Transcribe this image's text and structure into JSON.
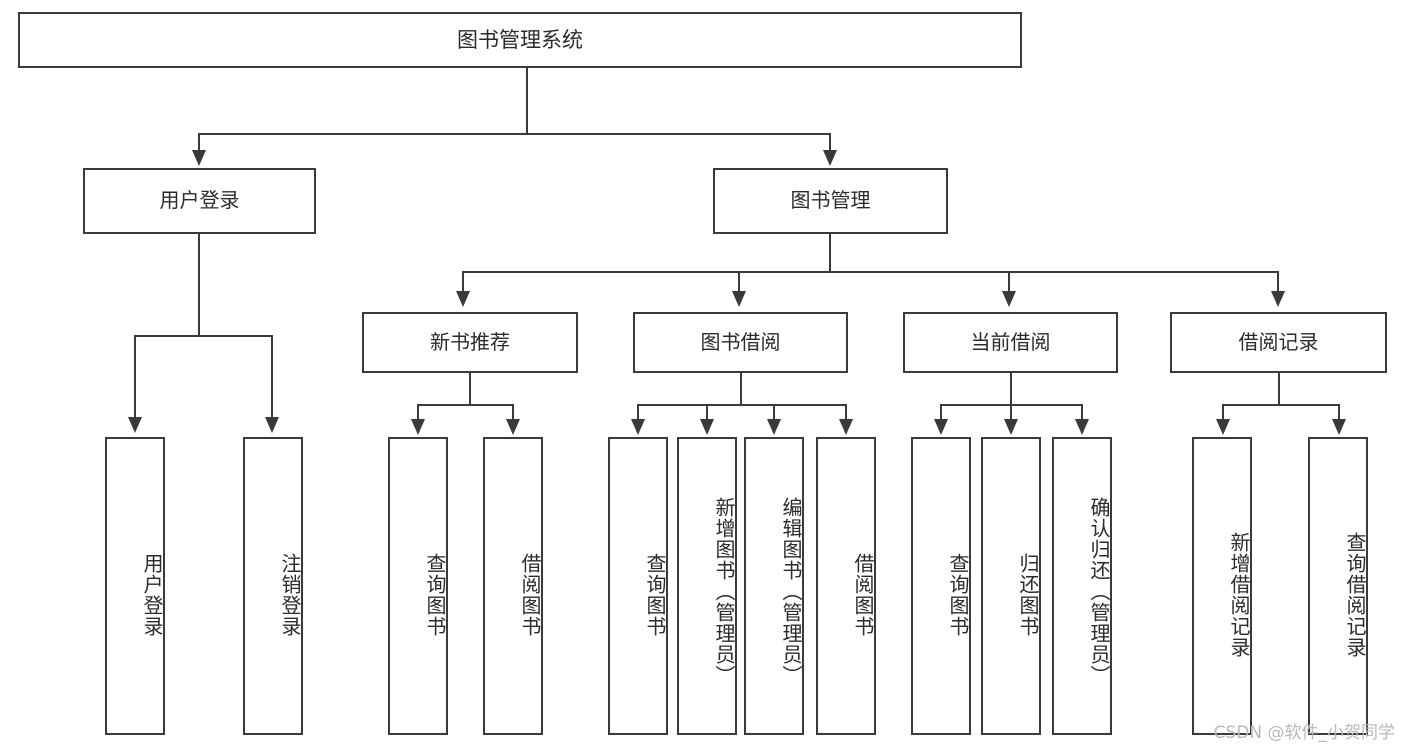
{
  "diagram": {
    "title": "图书管理系统",
    "type": "tree",
    "watermark": "CSDN @软件_小贺同学",
    "colors": {
      "stroke": "#3a3a3a",
      "fill": "#ffffff",
      "text": "#2b2b2b",
      "watermark": "#b9b9b9"
    },
    "root": {
      "label": "图书管理系统"
    },
    "level2": [
      {
        "label": "用户登录"
      },
      {
        "label": "图书管理"
      }
    ],
    "level3": [
      {
        "label": "新书推荐"
      },
      {
        "label": "图书借阅"
      },
      {
        "label": "当前借阅"
      },
      {
        "label": "借阅记录"
      }
    ],
    "leaves": {
      "user_login": [
        {
          "label": "用户登录"
        },
        {
          "label": "注销登录"
        }
      ],
      "new_book_recommend": [
        {
          "label": "查询图书"
        },
        {
          "label": "借阅图书"
        }
      ],
      "book_borrow": [
        {
          "label": "查询图书"
        },
        {
          "label": "新增图书（管理员）"
        },
        {
          "label": "编辑图书（管理员）"
        },
        {
          "label": "借阅图书"
        }
      ],
      "current_borrow": [
        {
          "label": "查询图书"
        },
        {
          "label": "归还图书"
        },
        {
          "label": "确认归还（管理员）"
        }
      ],
      "borrow_record": [
        {
          "label": "新增借阅记录"
        },
        {
          "label": "查询借阅记录"
        }
      ]
    }
  }
}
